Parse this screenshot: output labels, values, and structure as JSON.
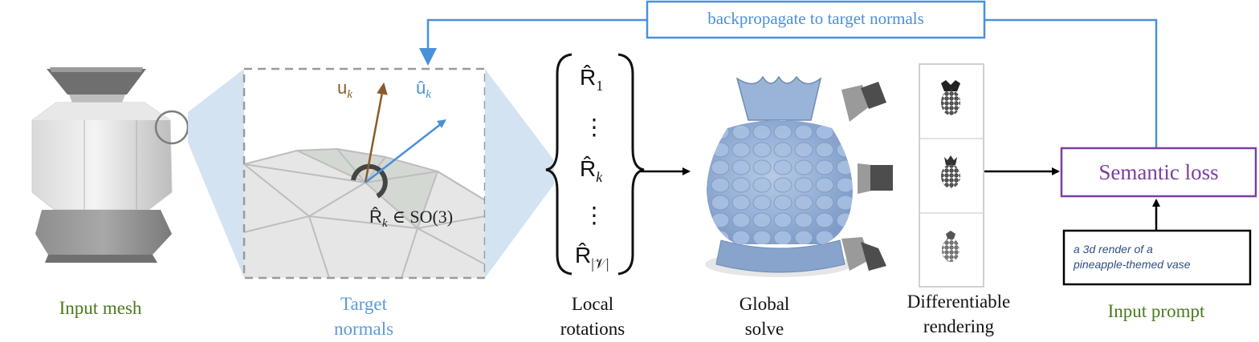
{
  "colors": {
    "green_label": "#4a7a1e",
    "blue_label": "#5b9bd5",
    "blue_arrow": "#4a90d9",
    "brown_arrow": "#8b5a2b",
    "purple_box": "#7b3fa0",
    "projection_fill": "#cfe0f1",
    "vase_blue": "#9ab4d8"
  },
  "top": {
    "feedback_label": "backpropagate to target normals"
  },
  "labels": {
    "input_mesh": "Input mesh",
    "target_normals_line1": "Target",
    "target_normals_line2": "normals",
    "local_rotations_line1": "Local",
    "local_rotations_line2": "rotations",
    "global_solve_line1": "Global",
    "global_solve_line2": "solve",
    "diff_rendering_line1": "Differentiable",
    "diff_rendering_line2": "rendering",
    "input_prompt": "Input prompt"
  },
  "zoom": {
    "u_k": "u",
    "u_k_sub": "k",
    "uhat_k": "û",
    "uhat_k_sub": "k",
    "rotation_caption": "R̂",
    "rotation_caption_sub": "k",
    "rotation_caption_rest": "∈ SO(3)"
  },
  "rotations": {
    "r1": "R̂",
    "r1_sub": "1",
    "rk": "R̂",
    "rk_sub": "k",
    "rv": "R̂",
    "rv_sub": "|𝒱|",
    "dots": "⋮"
  },
  "semantic_loss": "Semantic loss",
  "prompt": {
    "line1": "a 3d render of a",
    "line2": "pineapple-themed vase"
  },
  "icons": [
    "camera-icon",
    "camera-icon",
    "camera-icon"
  ]
}
